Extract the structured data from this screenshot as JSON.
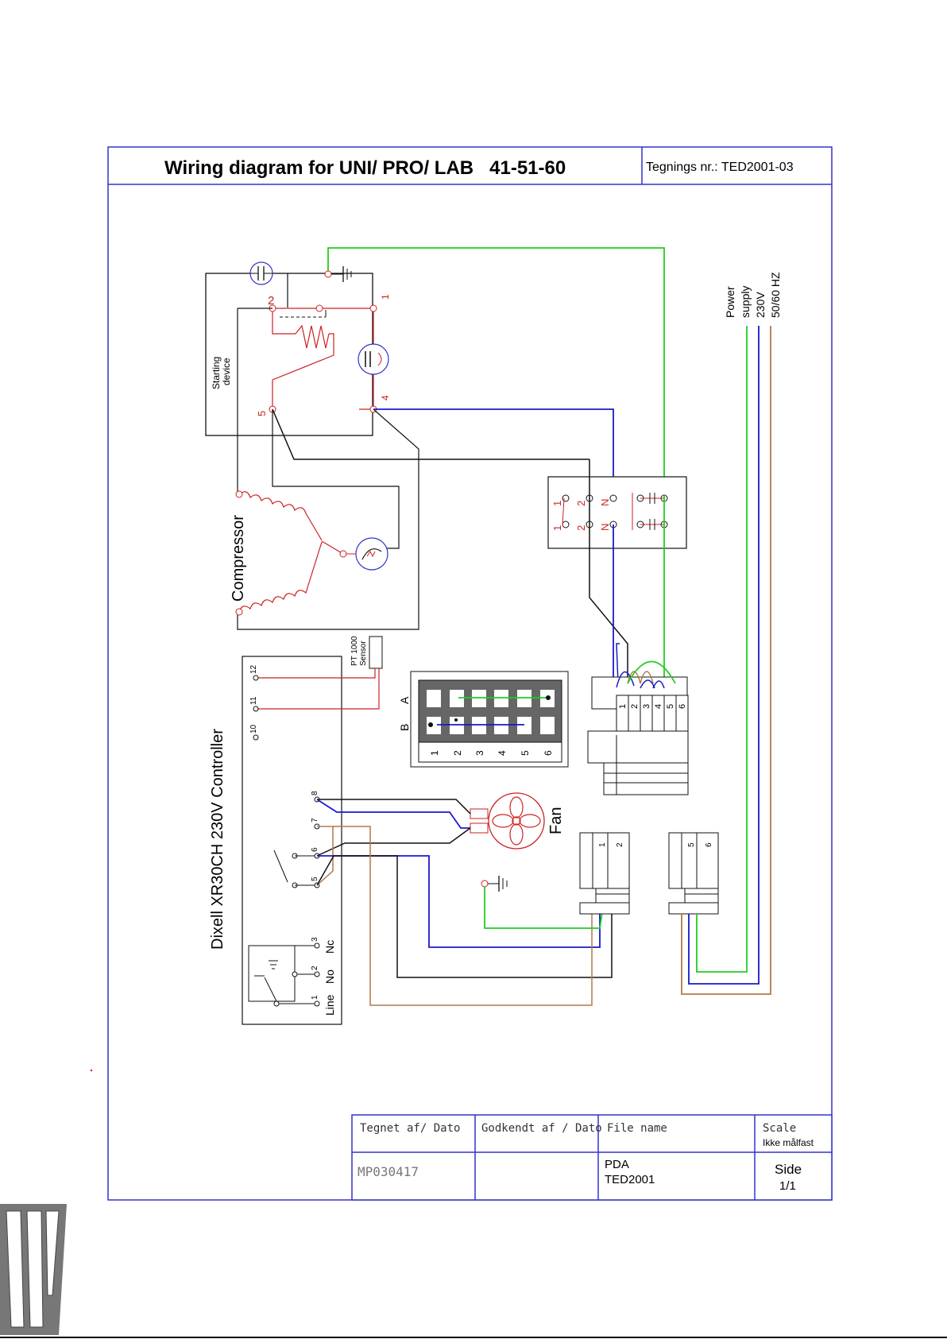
{
  "header": {
    "title": "Wiring diagram for UNI/ PRO/ LAB   41-51-60",
    "drawing_no": "Tegnings nr.: TED2001-03"
  },
  "labels": {
    "starting_device_line1": "Starting",
    "starting_device_line2": "device",
    "compressor": "Compressor",
    "controller": "Dixell XR30CH 230V Controller",
    "pt1000_line1": "PT 1000",
    "pt1000_line2": "Sensor",
    "fan": "Fan",
    "power_supply": [
      "Power",
      "supply",
      "230V",
      "50/60 HZ"
    ],
    "terminal_1": "1",
    "terminal_2": "2",
    "terminal_4": "4",
    "terminal_5": "5",
    "ctrl_terminals": [
      "12",
      "11",
      "10",
      "8",
      "7",
      "6",
      "5",
      "3",
      "2",
      "1"
    ],
    "ctrl_relay_labels": [
      "Nc",
      "No",
      "Line"
    ],
    "relay_row_b": "B",
    "relay_row_a": "A",
    "relay_cols": [
      "1",
      "2",
      "3",
      "4",
      "5",
      "6"
    ],
    "terminal_block_cols": [
      "1",
      "2",
      "3",
      "4",
      "5",
      "6"
    ],
    "switch_labels": [
      "1",
      "1",
      "2",
      "2",
      "N",
      "N"
    ],
    "small_blocks_left": [
      "1",
      "2"
    ],
    "small_blocks_right": [
      "5",
      "6"
    ]
  },
  "title_block": {
    "drawn_by_label": "Tegnet af/ Dato",
    "approved_label": "Godkendt af / Dato",
    "file_name_label": "File name",
    "scale_label": "Scale",
    "scale_value": "Ikke målfast",
    "drawn_by_value": "MP030417",
    "approved_value": "",
    "file_name_value_1": "PDA",
    "file_name_value_2": "TED2001",
    "side_label": "Side",
    "side_value": "1/1"
  },
  "colors": {
    "frame": "#3333cc",
    "wire_green": "#22cc22",
    "wire_blue": "#1a1acc",
    "wire_brown": "#b07a4a",
    "wire_red": "#cc2222",
    "wire_black": "#111111"
  }
}
